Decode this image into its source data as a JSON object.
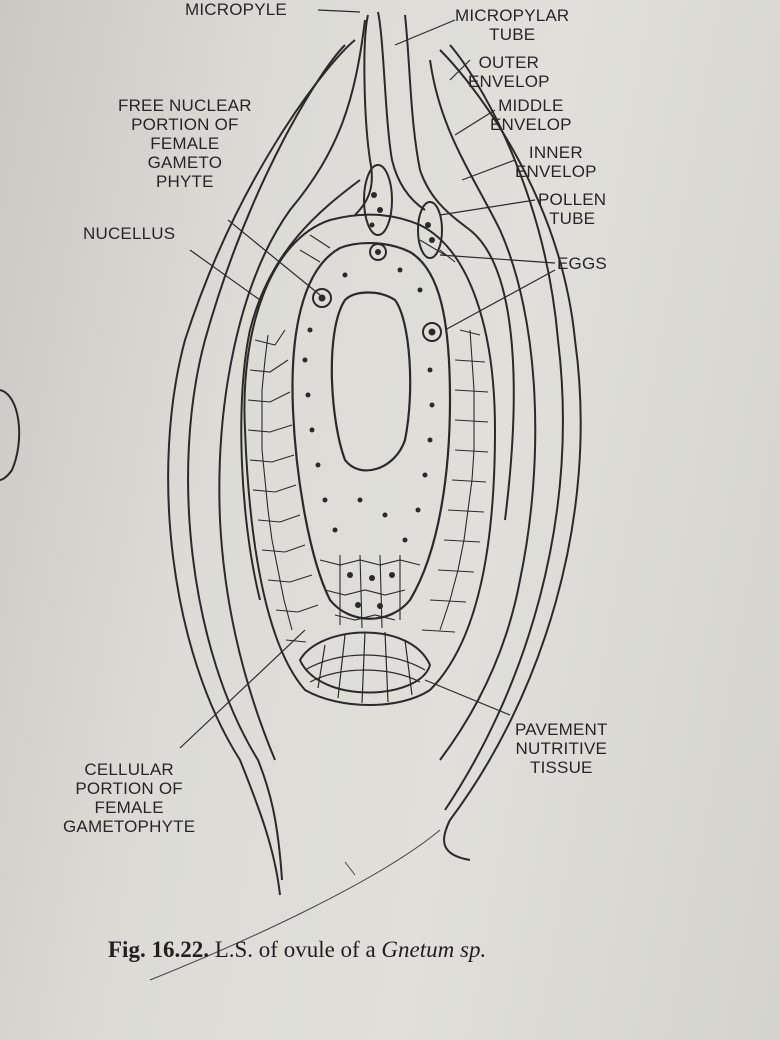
{
  "labels": {
    "micropyle": "MICROPYLE",
    "micropylar_tube": [
      "MICROPYLAR",
      "TUBE"
    ],
    "outer_envelop": [
      "OUTER",
      "ENVELOP"
    ],
    "middle_envelop": [
      "MIDDLE",
      "ENVELOP"
    ],
    "inner_envelop": [
      "INNER",
      "ENVELOP"
    ],
    "pollen_tube": [
      "POLLEN",
      "TUBE"
    ],
    "eggs": "EGGS",
    "free_nuclear": [
      "FREE NUCLEAR",
      "PORTION OF",
      "FEMALE",
      "GAMETO",
      "PHYTE"
    ],
    "nucellus": "NUCELLUS",
    "pavement": [
      "PAVEMENT",
      "NUTRITIVE",
      "TISSUE"
    ],
    "cellular": [
      "CELLULAR",
      "PORTION OF",
      "FEMALE",
      "GAMETOPHYTE"
    ]
  },
  "caption": {
    "fig": "Fig. 16.22.",
    "text": " L.S. of ovule of a ",
    "genus": "Gnetum",
    "species": " sp."
  }
}
